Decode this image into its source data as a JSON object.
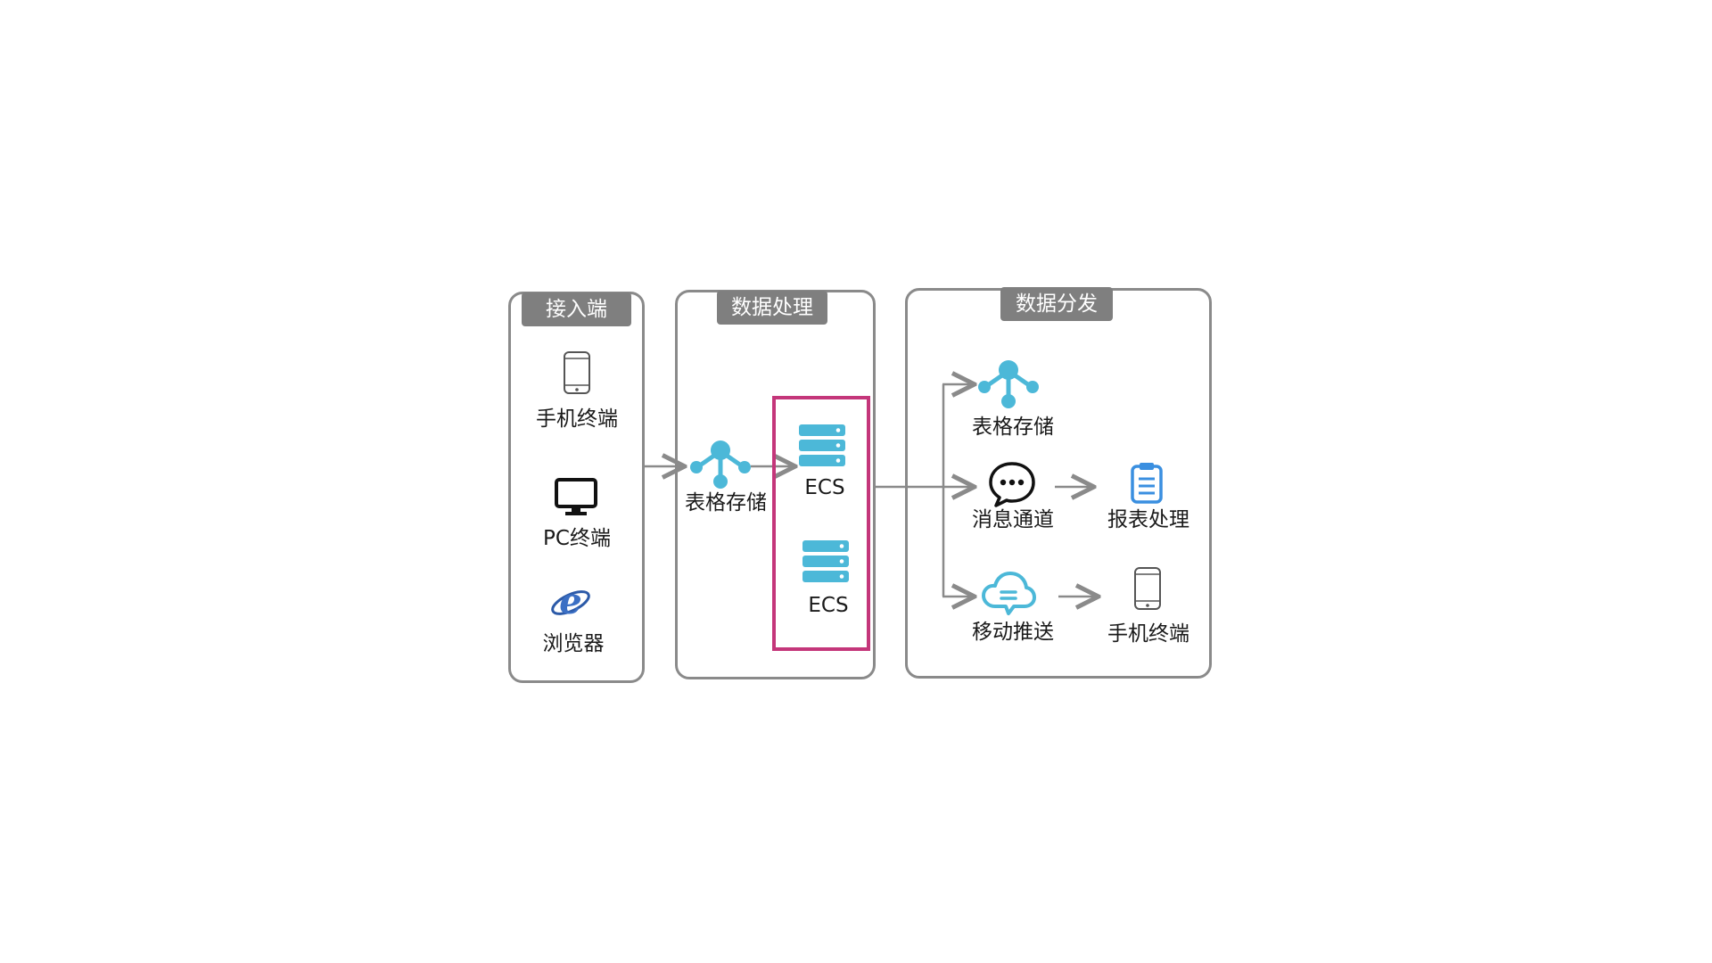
{
  "panels": {
    "access": {
      "title": "接入端"
    },
    "processing": {
      "title": "数据处理"
    },
    "distribution": {
      "title": "数据分发"
    }
  },
  "access_items": {
    "mobile": {
      "label": "手机终端",
      "icon": "mobile-phone-icon"
    },
    "pc": {
      "label": "PC终端",
      "icon": "monitor-icon"
    },
    "browser": {
      "label": "浏览器",
      "icon": "internet-explorer-icon"
    }
  },
  "processing_items": {
    "table_store": {
      "label": "表格存储",
      "icon": "table-store-icon"
    },
    "ecs_1": {
      "label": "ECS",
      "icon": "server-icon"
    },
    "ecs_2": {
      "label": "ECS",
      "icon": "server-icon"
    }
  },
  "distribution_items": {
    "table_store": {
      "label": "表格存储",
      "icon": "table-store-icon"
    },
    "message_channel": {
      "label": "消息通道",
      "icon": "chat-bubble-icon"
    },
    "report_processing": {
      "label": "报表处理",
      "icon": "clipboard-icon"
    },
    "mobile_push": {
      "label": "移动推送",
      "icon": "cloud-push-icon"
    },
    "mobile_terminal": {
      "label": "手机终端",
      "icon": "mobile-phone-icon"
    }
  },
  "colors": {
    "panel_border": "#8a8a8a",
    "title_bg": "#7f7f7f",
    "icon_blue": "#4cb8d8",
    "clipboard_blue": "#3a8fe0",
    "highlight": "#c4367a",
    "arrow": "#8a8a8a"
  }
}
